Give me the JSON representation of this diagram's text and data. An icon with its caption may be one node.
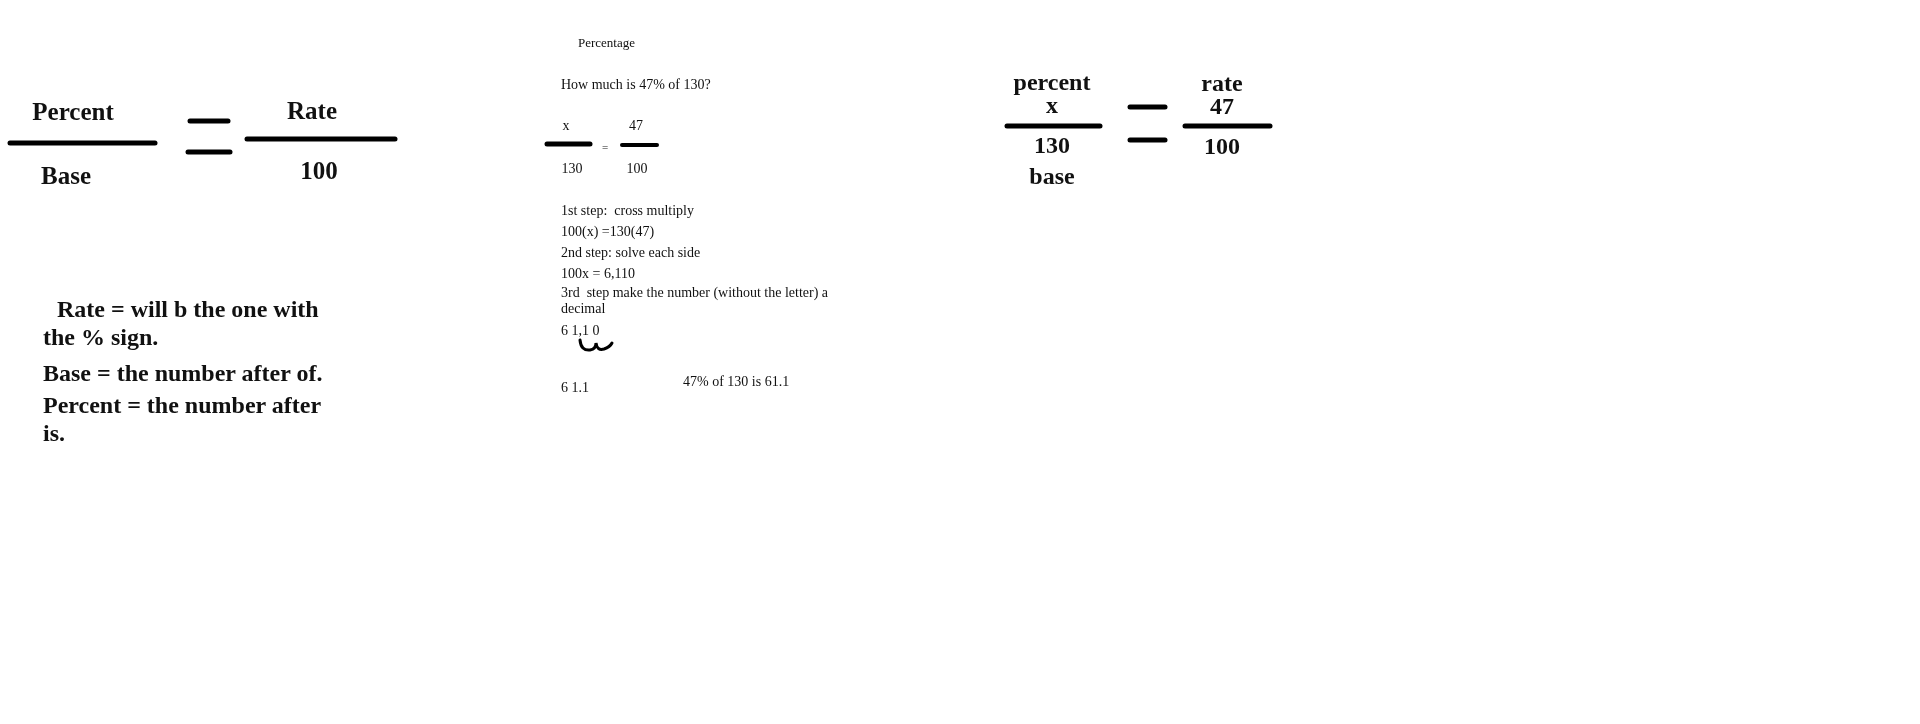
{
  "diagram": {
    "labels": [
      "Percent",
      "Rate",
      "Base",
      "100",
      "Rate = will b the one with the % sign.",
      "Base = the number after of.",
      "Percent = the number after is.",
      "Percentage",
      "How much is 47% of 130?",
      "x",
      "47",
      "=",
      "130",
      "100",
      "1st step:  cross multiply",
      "100(x) =130(47)",
      "2nd step: solve each side",
      "100x = 6,110",
      "3rd  step make the number (without the letter) a decimal",
      "6 1,1 0",
      "6 1.1",
      "47% of 130 is 61.1",
      "percent",
      "x",
      "rate",
      "47",
      "130",
      "100",
      "base"
    ]
  }
}
